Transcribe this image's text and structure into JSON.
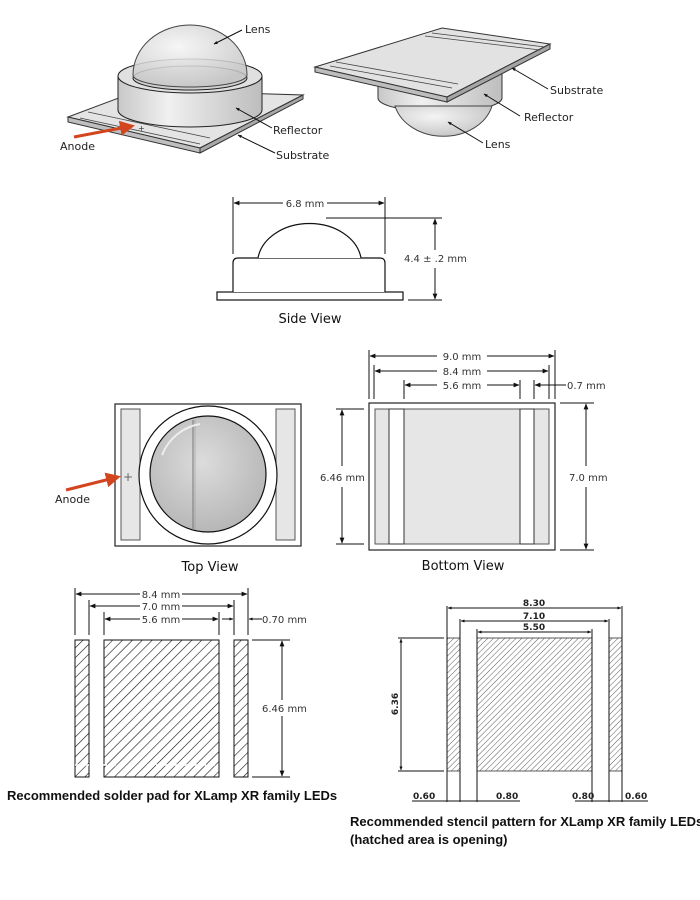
{
  "iso_front": {
    "lens": "Lens",
    "reflector": "Reflector",
    "substrate": "Substrate",
    "anode": "Anode"
  },
  "iso_back": {
    "substrate": "Substrate",
    "reflector": "Reflector",
    "lens": "Lens"
  },
  "side_view": {
    "title": "Side View",
    "width": "6.8 mm",
    "height": "4.4 ± .2 mm"
  },
  "top_view": {
    "title": "Top View",
    "anode": "Anode"
  },
  "bottom_view": {
    "title": "Bottom View",
    "overall_width": "9.0 mm",
    "pad_span": "8.4 mm",
    "center_pad": "5.6 mm",
    "pad_width": "0.7 mm",
    "pad_height": "6.46 mm",
    "overall_height": "7.0 mm"
  },
  "solder_pad": {
    "dim_8_4": "8.4 mm",
    "dim_7_0": "7.0 mm",
    "dim_5_6": "5.6 mm",
    "dim_0_70": "0.70 mm",
    "dim_height": "6.46 mm",
    "caption": "Recommended solder pad for XLamp XR family LEDs"
  },
  "stencil": {
    "dim_8_30": "8.30",
    "dim_7_10": "7.10",
    "dim_5_50": "5.50",
    "dim_height": "6.36",
    "gap_left_outer": "0.60",
    "gap_left_inner": "0.80",
    "gap_right_inner": "0.80",
    "gap_right_outer": "0.60",
    "caption_line1": "Recommended stencil pattern for XLamp XR family LEDs",
    "caption_line2": "(hatched area is opening)"
  },
  "colors": {
    "anode_arrow": "#d2451e",
    "part_gray": "#d8d8d8",
    "pad_gray": "#e6e6e6"
  }
}
